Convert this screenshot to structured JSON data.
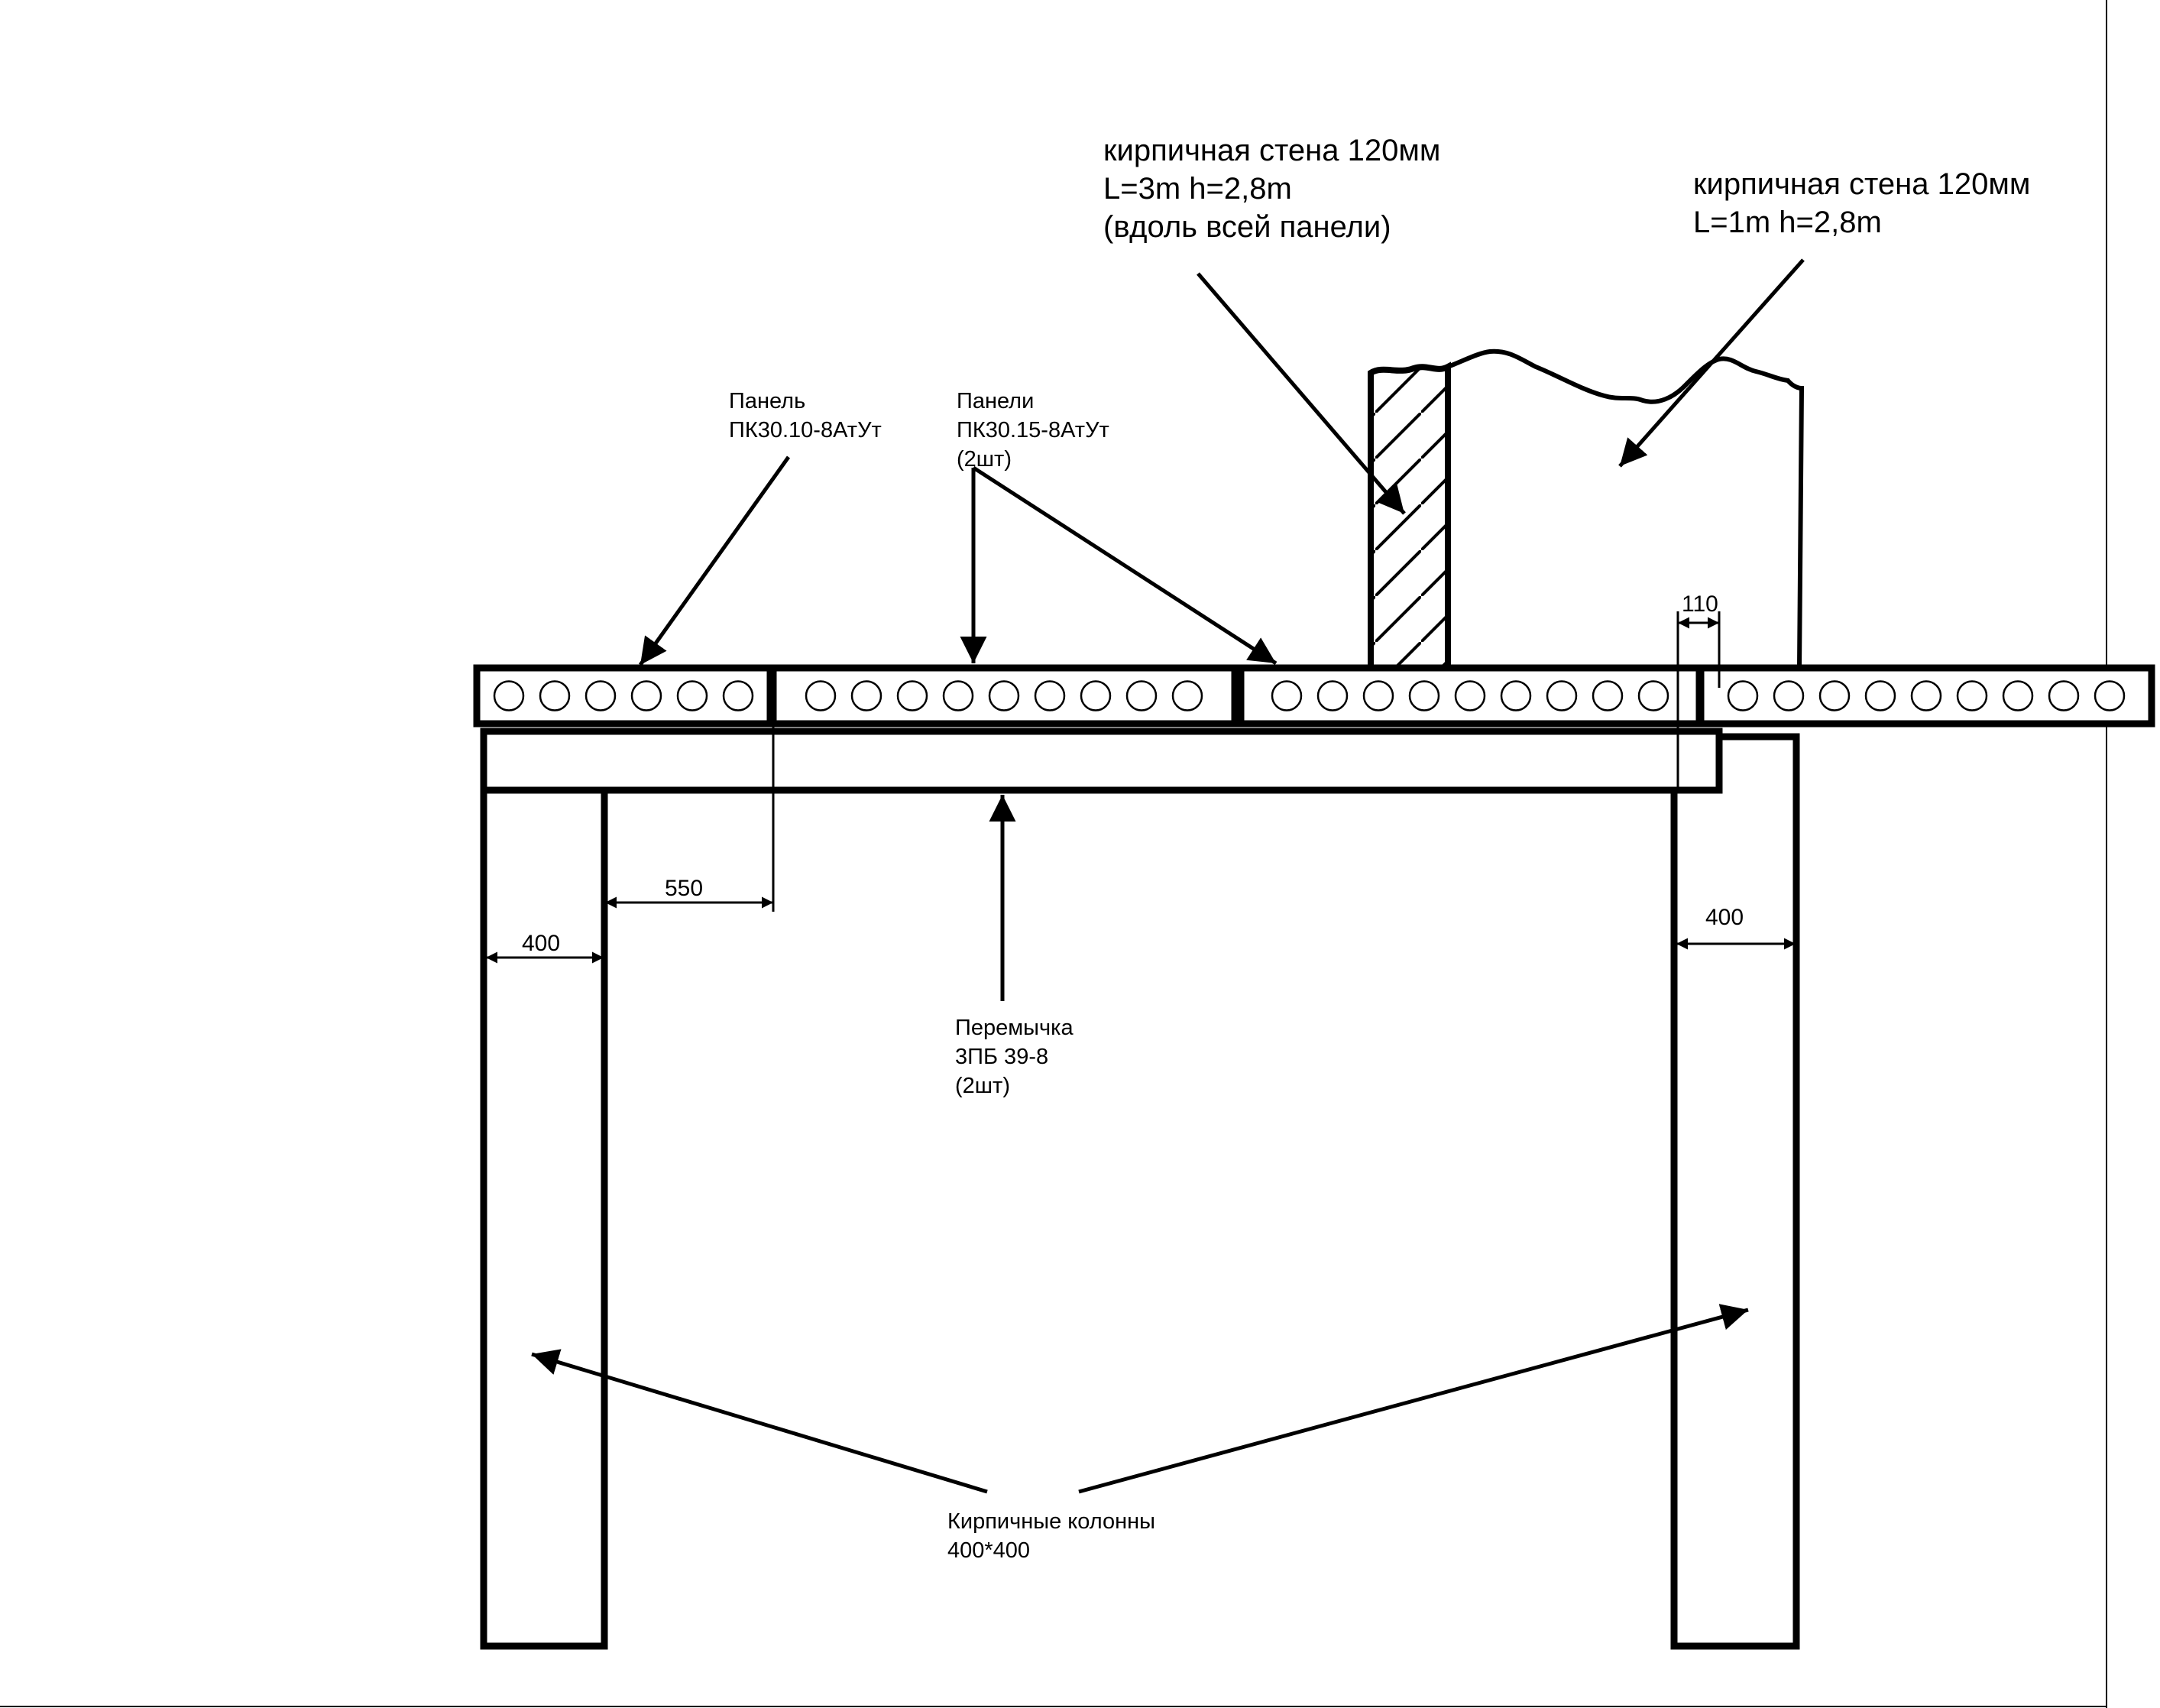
{
  "wall_long": {
    "line1": "кирпичная стена 120мм",
    "line2": "L=3m h=2,8m",
    "line3": "(вдоль всей панели)"
  },
  "wall_short": {
    "line1": "кирпичная стена 120мм",
    "line2": "L=1m h=2,8m"
  },
  "panel_single": {
    "line1": "Панель",
    "line2": "ПК30.10-8АтУт"
  },
  "panel_double": {
    "line1": "Панели",
    "line2": "ПК30.15-8АтУт",
    "line3": "(2шт)"
  },
  "lintel": {
    "line1": "Перемычка",
    "line2": "3ПБ 39-8",
    "line3": "(2шт)"
  },
  "columns": {
    "line1": "Кирпичные колонны",
    "line2": "400*400"
  },
  "dimensions": {
    "gap": "110",
    "offset": "550",
    "column_left": "400",
    "column_right": "400"
  }
}
